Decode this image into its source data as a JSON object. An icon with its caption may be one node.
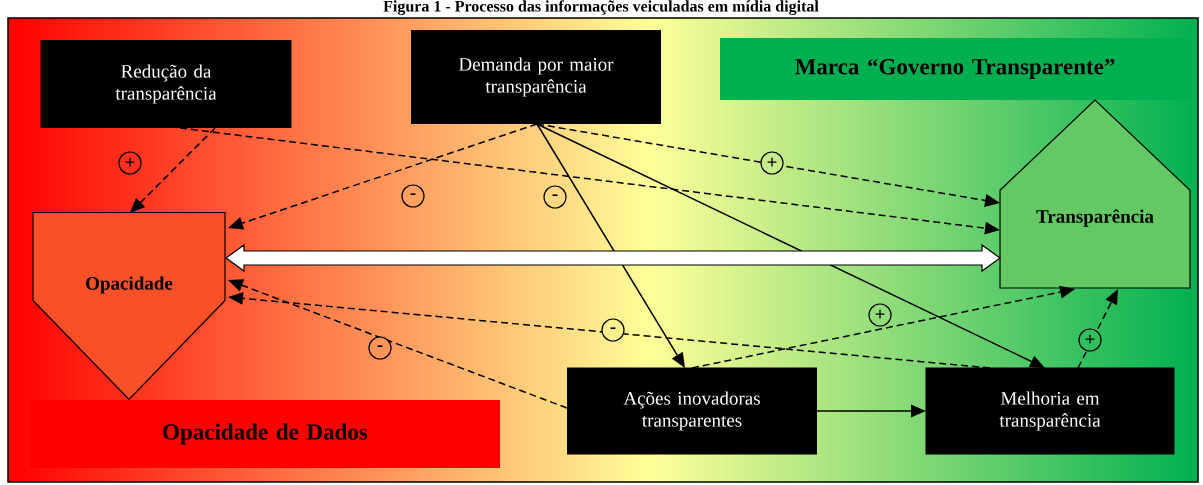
{
  "diagram": {
    "title": "Figura 1 - Processo das informações veiculadas em mídia digital",
    "nodes": [
      {
        "text": [
          "Redução da transparência"
        ]
      },
      {
        "text": [
          "Demanda por maior transparência"
        ]
      },
      {
        "text": [
          "Marca “Governo Transparente”"
        ]
      },
      {
        "text": [
          "Opacidade"
        ]
      },
      {
        "text": [
          "Transparência"
        ]
      },
      {
        "text": [
          "Ações inovadoras transparentes"
        ]
      },
      {
        "text": [
          "Melhoria em transparência"
        ]
      },
      {
        "text": [
          "Opacidade de Dados"
        ]
      }
    ],
    "edges": [
      {
        "from": 0,
        "to": 3,
        "arrow": "to",
        "style": "dashed",
        "label": "+"
      },
      {
        "from": 0,
        "to": 4,
        "arrow": "to",
        "style": "dashed",
        "label": "-"
      },
      {
        "from": 1,
        "to": 3,
        "arrow": "to",
        "style": "dashed",
        "label": "-"
      },
      {
        "from": 1,
        "to": 4,
        "arrow": "to",
        "style": "dashed",
        "label": "+"
      },
      {
        "from": 1,
        "to": 5,
        "arrow": "to"
      },
      {
        "from": 1,
        "to": 6,
        "arrow": "to"
      },
      {
        "from": 3,
        "to": 4,
        "arrow": "both",
        "style": "thick"
      },
      {
        "from": 5,
        "to": 3,
        "arrow": "to",
        "style": "dashed",
        "label": "-"
      },
      {
        "from": 6,
        "to": 3,
        "arrow": "to",
        "style": "dashed",
        "label": "-"
      },
      {
        "from": 5,
        "to": 4,
        "arrow": "to",
        "style": "dashed",
        "label": "+"
      },
      {
        "from": 6,
        "to": 4,
        "arrow": "to",
        "style": "dashed",
        "label": "+"
      },
      {
        "from": 5,
        "to": 6,
        "arrow": "to"
      }
    ]
  }
}
